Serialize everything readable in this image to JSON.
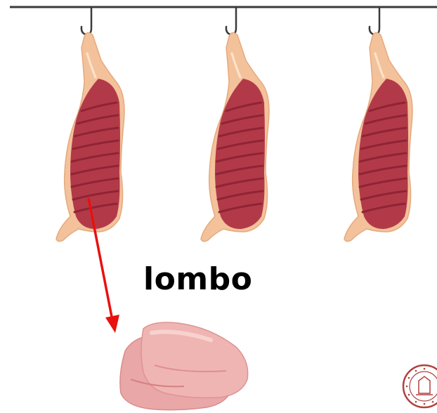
{
  "caption": {
    "cut_name": "lombo"
  },
  "carcasses": [
    {
      "name": "carcass-1",
      "hook": "hook-icon"
    },
    {
      "name": "carcass-2",
      "hook": "hook-icon"
    },
    {
      "name": "carcass-3",
      "hook": "hook-icon"
    }
  ],
  "pointer": {
    "icon": "arrow-icon",
    "color": "#e8110f"
  },
  "cut_image": {
    "icon": "pork-loin-chops-icon"
  },
  "seal": {
    "icon": "university-seal-icon",
    "color": "#b0413e"
  },
  "colors": {
    "fat": "#f3c29b",
    "fat_edge": "#e6a97e",
    "muscle": "#b23a48",
    "muscle_dark": "#8f2434",
    "rail": "#3a3a3a",
    "raw_meat": "#e9a7a7"
  }
}
